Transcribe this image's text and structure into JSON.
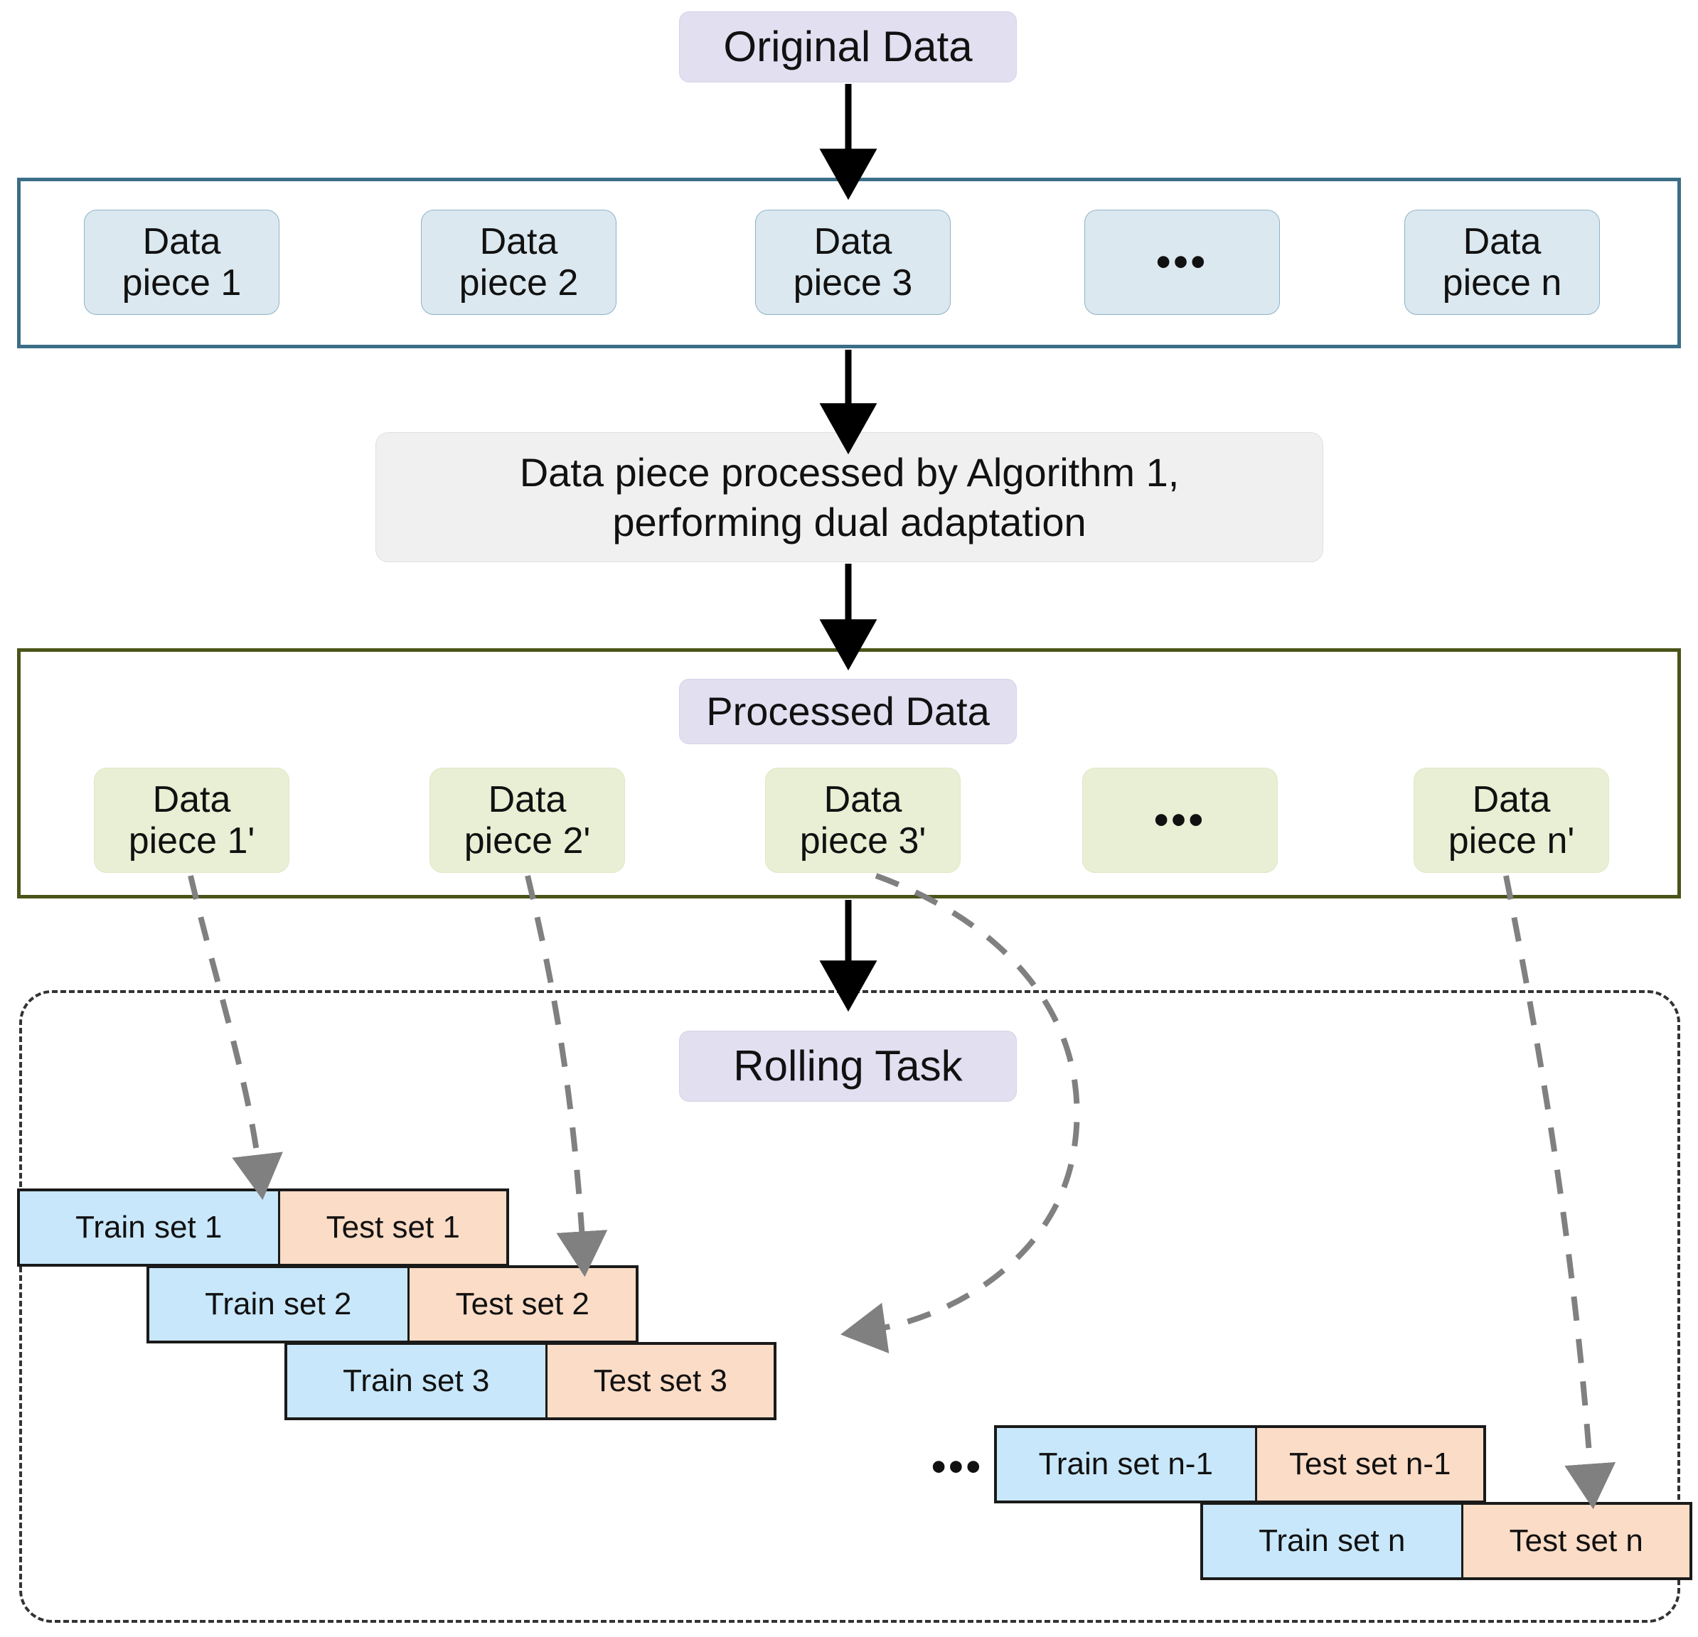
{
  "diagram": {
    "title_node": "Original Data",
    "original_group": {
      "pieces": [
        "Data\npiece 1",
        "Data\npiece 2",
        "Data\npiece 3",
        "•••",
        "Data\npiece n"
      ],
      "border_color": "#3c6e87",
      "fill_color": "#dbe8f0"
    },
    "algorithm_box": {
      "line1": "Data piece processed by Algorithm 1,",
      "line2": "performing dual adaptation"
    },
    "processed_group": {
      "label": "Processed Data",
      "pieces": [
        "Data\npiece 1'",
        "Data\npiece 2'",
        "Data\npiece 3'",
        "•••",
        "Data\npiece n'"
      ],
      "border_color": "#4a5418",
      "fill_color": "#e8efd4"
    },
    "rolling_task": {
      "label": "Rolling Task",
      "ellipsis": "•••",
      "rows": [
        {
          "train": "Train set 1",
          "test": "Test set 1"
        },
        {
          "train": "Train set 2",
          "test": "Test set 2"
        },
        {
          "train": "Train set 3",
          "test": "Test set 3"
        },
        {
          "train": "Train set n-1",
          "test": "Test set n-1"
        },
        {
          "train": "Train set n",
          "test": "Test set n"
        }
      ],
      "train_color": "#c8e7fa",
      "test_color": "#fbdcc6"
    },
    "accent_colors": {
      "lavender": "#e1dff0",
      "grey_box": "#f0f0f0",
      "arrow_solid": "#000000",
      "arrow_dashed": "#808080"
    }
  }
}
